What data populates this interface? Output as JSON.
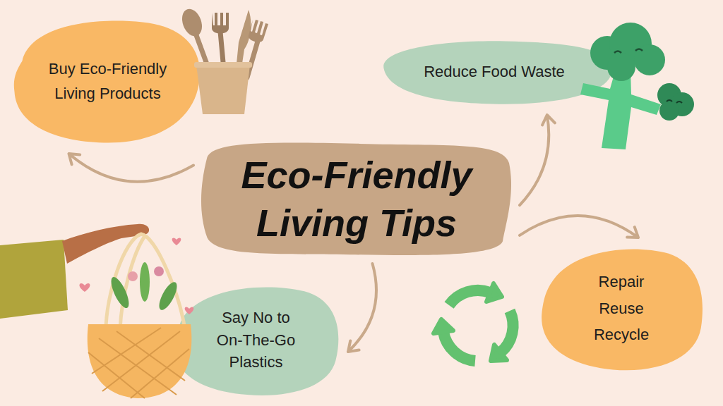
{
  "diagram": {
    "nodes": [
      {
        "text": [
          "Buy Eco-Friendly Living Products"
        ]
      },
      {
        "text": [
          "Reduce Food Waste"
        ]
      },
      {
        "text": [
          "Eco-Friendly Living Tips"
        ]
      },
      {
        "text": [
          "Say No to On-The-Go Plastics"
        ]
      },
      {
        "text": [
          "Repair Reuse Recycle"
        ]
      }
    ],
    "edges": [
      {
        "from": 2,
        "to": 0,
        "arrow": "to"
      },
      {
        "from": 2,
        "to": 1,
        "arrow": "to"
      },
      {
        "from": 2,
        "to": 4,
        "arrow": "to"
      },
      {
        "from": 2,
        "to": 3,
        "arrow": "to"
      }
    ]
  }
}
